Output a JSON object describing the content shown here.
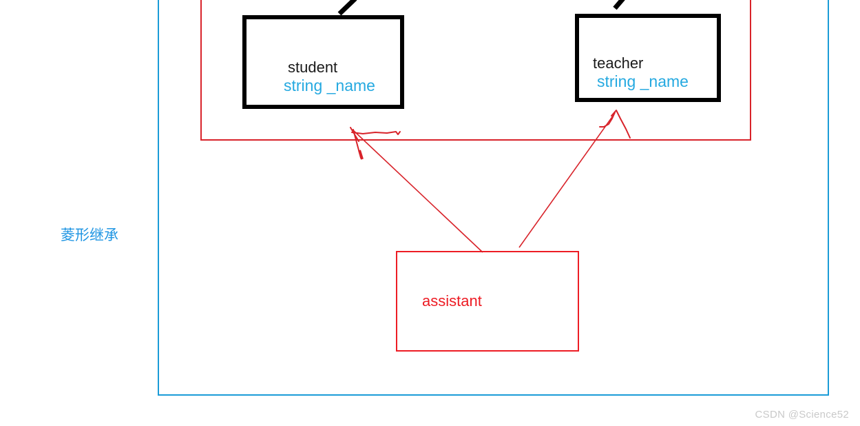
{
  "slide": {
    "background_color": "#ffffff",
    "frame_color": "#1A9BD7",
    "group_rect_color": "#D8232A"
  },
  "annotation": {
    "diamond_label": "菱形继承",
    "diamond_label_color": "#2196E3",
    "ink_color": "#D8232A"
  },
  "classes": {
    "student": {
      "name": "student",
      "member": "string _name",
      "border_color": "#000000",
      "name_color": "#1a1a1a",
      "member_color": "#25A9E0"
    },
    "teacher": {
      "name": "teacher",
      "member": "string _name",
      "border_color": "#000000",
      "name_color": "#1a1a1a",
      "member_color": "#25A9E0"
    },
    "assistant": {
      "name": "assistant",
      "member": "",
      "border_color": "#ED1C24",
      "name_color": "#ED1C24"
    }
  },
  "watermark": {
    "text": "CSDN @Science52",
    "color": "#C9C9C9"
  }
}
